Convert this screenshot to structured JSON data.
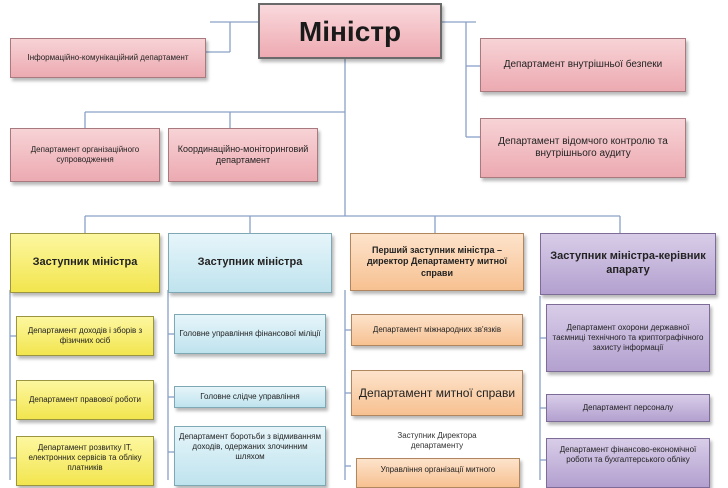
{
  "minister": "Міністр",
  "top_left": [
    "Інформаційно-комунікаційний департамент",
    "Департамент організаційного супроводження",
    "Координаційно-моніторинговий департамент"
  ],
  "top_right": [
    "Департамент внутрішньої безпеки",
    "Департамент відомчого контролю та внутрішнього аудиту"
  ],
  "columns": [
    {
      "head": "Заступник міністра",
      "items": [
        "Департамент доходів і зборів з фізичних осіб",
        "Департамент правової роботи",
        "Департамент розвитку ІТ, електронних сервісів та обліку платників"
      ]
    },
    {
      "head": "Заступник міністра",
      "items": [
        "Головне управління фінансової міліції",
        "Головне слідче управління",
        "Департамент боротьби з відмиванням доходів, одержаних злочинним шляхом"
      ]
    },
    {
      "head": "Перший заступник міністра – директор Департаменту митної справи",
      "items": [
        "Департамент міжнародних зв'язків",
        "Департамент митної справи"
      ],
      "note": "Заступник Директора департаменту",
      "last": "Управління організації митного"
    },
    {
      "head": "Заступник міністра-керівник апарату",
      "items": [
        "Департамент охорони державної таємниці технічного та криптографічного захисту інформації",
        "Департамент персоналу",
        "Департамент фінансово-економічної роботи та бухгалтерського обліку"
      ]
    }
  ],
  "colors": {
    "pink": "#ecaab1",
    "yellow": "#f2e54e",
    "blue": "#bfe3ee",
    "orange": "#f7c191",
    "purple": "#b3a0cf",
    "connector": "#8aa0c8"
  }
}
